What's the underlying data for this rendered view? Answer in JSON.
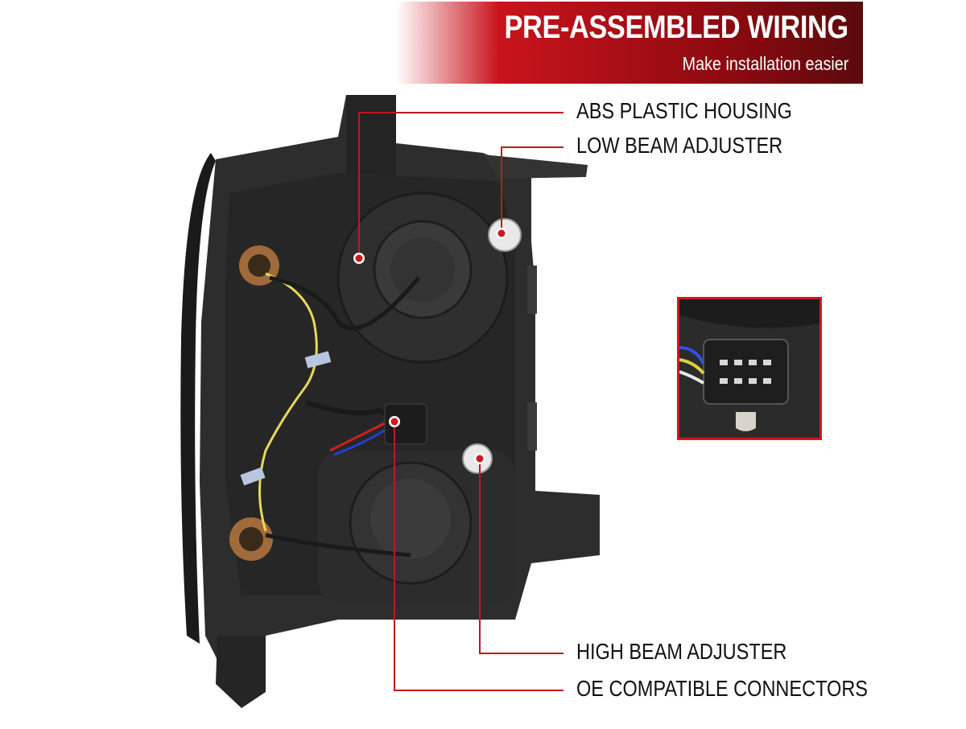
{
  "banner": {
    "title": "PRE-ASSEMBLED WIRING",
    "subtitle": "Make installation easier"
  },
  "callouts": [
    {
      "label": "ABS PLASTIC HOUSING"
    },
    {
      "label": "LOW BEAM ADJUSTER"
    },
    {
      "label": "HIGH BEAM ADJUSTER"
    },
    {
      "label": "OE COMPATIBLE CONNECTORS"
    }
  ],
  "colors": {
    "accent_red": "#d0181f",
    "banner_dark": "#5a0a0c",
    "housing": "#2b2b2b",
    "connector_line": "#c0181f"
  },
  "icons": [
    "callout-dot-icon",
    "connector-inset-image",
    "headlight-image"
  ]
}
